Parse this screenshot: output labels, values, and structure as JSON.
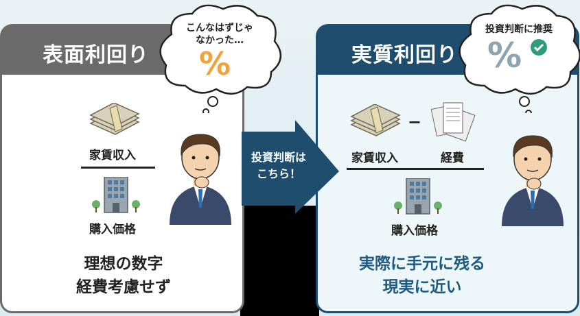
{
  "left_card": {
    "title": "表面利回り",
    "numerator": "家賃収入",
    "denominator": "購入価格",
    "summary_line1": "理想の数字",
    "summary_line2": "経費考慮せず",
    "thought_line1": "こんなはずじゃ",
    "thought_line2": "なかった…",
    "thought_icon": "percent-icon",
    "header_color": "#6b6b6b"
  },
  "arrow": {
    "line1": "投資判断は",
    "line2": "こちら！",
    "color": "#1f4d6d"
  },
  "right_card": {
    "title": "実質利回り",
    "numerator_a": "家賃収入",
    "operator": "−",
    "numerator_b": "経費",
    "denominator": "購入価格",
    "summary_line1": "実際に手元に残る",
    "summary_line2": "現実に近い",
    "thought_text": "投資判断に推奨",
    "thought_icon": "percent-check-icon",
    "header_color": "#1f4d6d",
    "accent": "#2f9e78"
  }
}
